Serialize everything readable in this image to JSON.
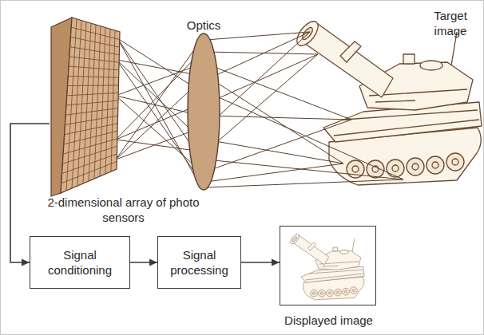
{
  "diagram": {
    "nodes": [
      {
        "text": [
          "2-dimensional array of photo sensors"
        ]
      },
      {
        "text": [
          "Signal conditioning"
        ]
      },
      {
        "text": [
          "Signal processing"
        ]
      },
      {
        "text": [
          "Displayed image"
        ]
      }
    ],
    "edges": [
      {
        "from": 0,
        "to": 1,
        "arrow": "to"
      },
      {
        "from": 1,
        "to": 2,
        "arrow": "to"
      },
      {
        "from": 2,
        "to": 3,
        "arrow": "to"
      }
    ],
    "labels": [
      "Optics",
      "Target image"
    ]
  }
}
